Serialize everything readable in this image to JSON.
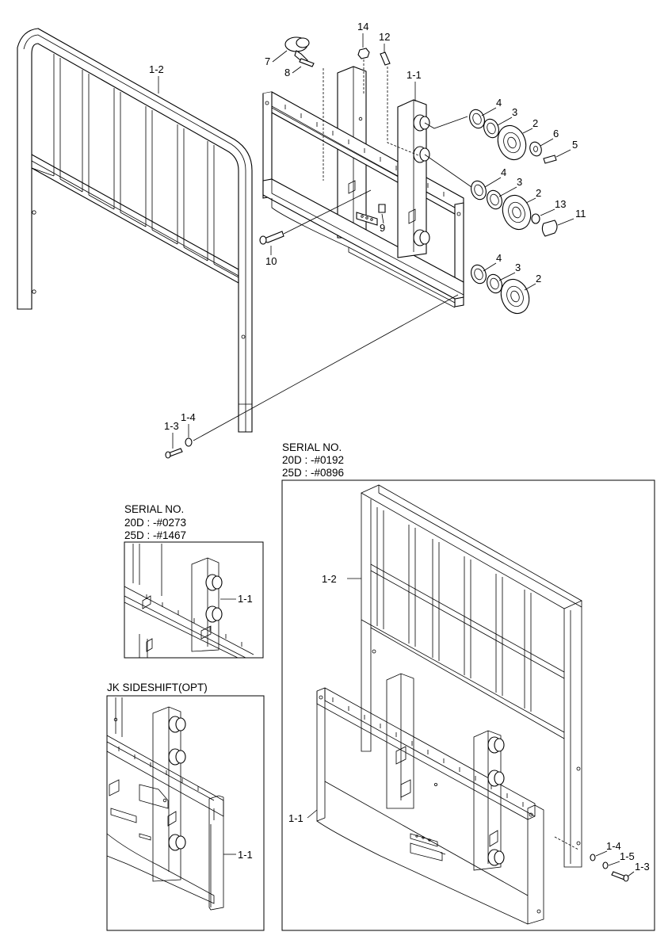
{
  "parts": {
    "p14": "14",
    "p12": "12",
    "p7": "7",
    "p8": "8",
    "p1_2": "1-2",
    "p1_1": "1-1",
    "p4a": "4",
    "p3a": "3",
    "p2a": "2",
    "p6": "6",
    "p5": "5",
    "p4b": "4",
    "p3b": "3",
    "p2b": "2",
    "p13": "13",
    "p11": "11",
    "p9": "9",
    "p10": "10",
    "p4c": "4",
    "p3c": "3",
    "p2c": "2",
    "p1_3": "1-3",
    "p1_4": "1-4"
  },
  "inset_left_top": {
    "serial_title": "SERIAL NO.",
    "serial_20d": "20D : -#0273",
    "serial_25d": "25D : -#1467",
    "label_1_1": "1-1"
  },
  "inset_left_bottom": {
    "title": "JK SIDESHIFT(OPT)",
    "label_1_1": "1-1"
  },
  "inset_right": {
    "serial_title": "SERIAL NO.",
    "serial_20d": "20D : -#0192",
    "serial_25d": "25D : -#0896",
    "label_1_2": "1-2",
    "label_1_1": "1-1",
    "label_1_4": "1-4",
    "label_1_5": "1-5",
    "label_1_3": "1-3"
  }
}
